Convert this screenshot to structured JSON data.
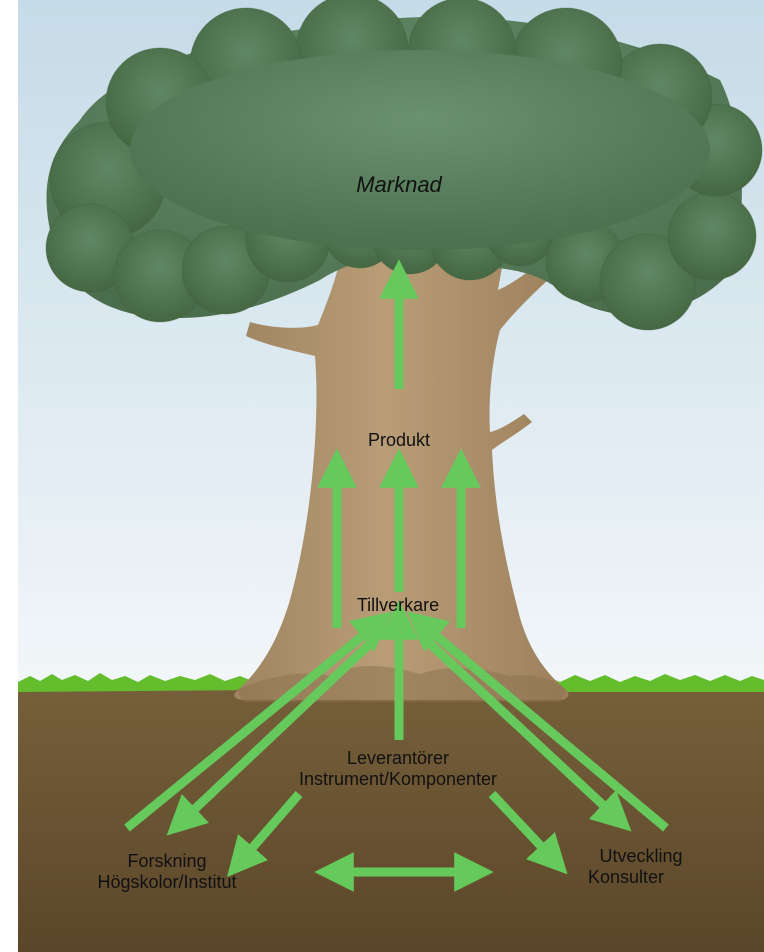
{
  "labels": {
    "market": "Marknad",
    "product": "Produkt",
    "manufacturer": "Tillverkare",
    "suppliers_line1": "Leverantörer",
    "suppliers_line2": "Instrument/Komponenter",
    "research_line1": "Forskning",
    "research_line2": "Högskolor/Institut",
    "development_line1": "Utveckling",
    "development_line2": "Konsulter"
  },
  "colors": {
    "sky_top": "#c7dce8",
    "sky_bottom": "#eef4f8",
    "canopy": "#4d7252",
    "trunk": "#b59a74",
    "grass": "#66c12f",
    "soil": "#6b5533",
    "arrow": "#66c95b"
  }
}
